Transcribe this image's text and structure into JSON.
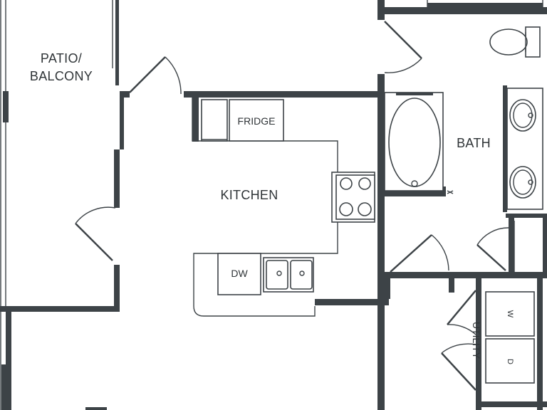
{
  "colors": {
    "wall": "#3d4347",
    "background": "#ffffff"
  },
  "rooms": {
    "patio_line1": "PATIO/",
    "patio_line2": "BALCONY",
    "kitchen": "KITCHEN",
    "bath": "BATH",
    "utility": "UTILITY"
  },
  "fixtures": {
    "fridge": "FRIDGE",
    "dishwasher": "DW",
    "washer": "W",
    "dryer": "D"
  }
}
